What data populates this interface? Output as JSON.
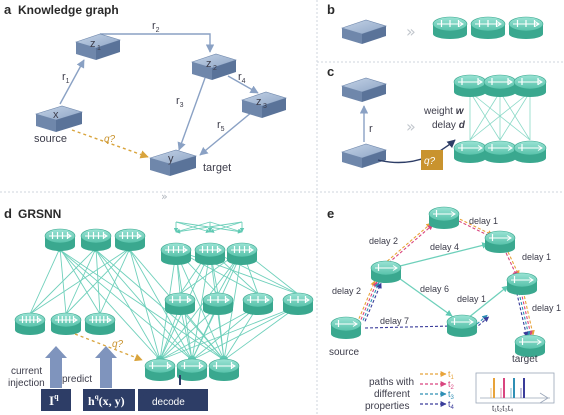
{
  "panel_a": {
    "letter": "a",
    "title": "Knowledge graph",
    "nodes": {
      "x": "x",
      "z1": "z",
      "z1_sub": "1",
      "z2": "z",
      "z2_sub": "2",
      "z3": "z",
      "z3_sub": "3",
      "y": "y"
    },
    "relations": {
      "r1": "r",
      "r1_sub": "1",
      "r2": "r",
      "r2_sub": "2",
      "r3": "r",
      "r3_sub": "3",
      "r4": "r",
      "r4_sub": "4",
      "r5": "r",
      "r5_sub": "5"
    },
    "source_label": "source",
    "target_label": "target",
    "query": "q?"
  },
  "panel_b": {
    "letter": "b"
  },
  "panel_c": {
    "letter": "c",
    "relation": "r",
    "weight_label": "weight ",
    "weight_symbol": "w",
    "delay_label": "delay ",
    "delay_symbol": "d",
    "query": "q?"
  },
  "panel_d": {
    "letter": "d",
    "title": "GRSNN",
    "query": "q?",
    "current_injection_1": "current",
    "current_injection_2": "injection",
    "predict_label": "predict",
    "decode_label": "decode",
    "input_box": "I",
    "input_sup": "q",
    "output_box": "h",
    "output_sup": "q",
    "output_args": "(x, y)"
  },
  "panel_e": {
    "letter": "e",
    "delays": [
      "delay 2",
      "delay 1",
      "delay 4",
      "delay 1",
      "delay 2",
      "delay 6",
      "delay 1",
      "delay 1",
      "delay 7"
    ],
    "source_label": "source",
    "target_label": "target",
    "legend_text": [
      "paths with",
      "different",
      "properties"
    ],
    "times": [
      "t",
      "t",
      "t",
      "t"
    ],
    "time_subs": [
      "1",
      "2",
      "3",
      "4"
    ],
    "time_axis": "t₁t₂t₃t₄",
    "colors": [
      "#e8a33a",
      "#d9457f",
      "#2e8fb5",
      "#3a3c9a"
    ]
  },
  "colors": {
    "teal": "#5fc9b3",
    "node_blue": "#7f97b8",
    "dark_box": "#2d3d66",
    "gold": "#c9932e"
  }
}
